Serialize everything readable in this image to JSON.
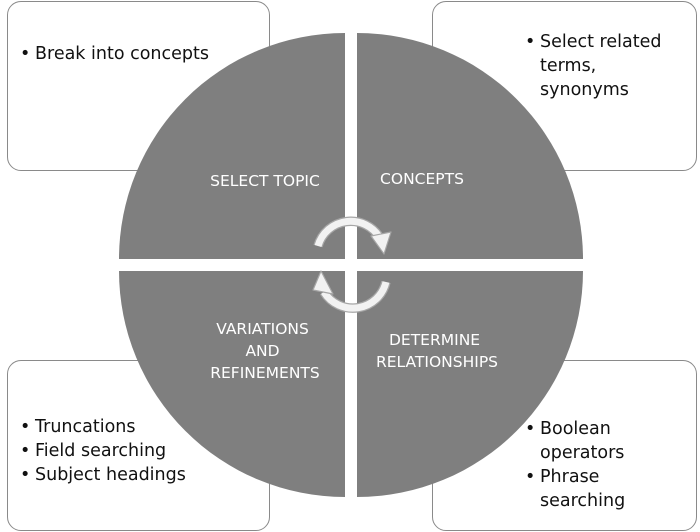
{
  "quadrants": {
    "top_left": {
      "label_lines": [
        "SELECT TOPIC"
      ]
    },
    "top_right": {
      "label_lines": [
        "CONCEPTS"
      ]
    },
    "bottom_left": {
      "label_lines": [
        "VARIATIONS",
        "AND",
        "REFINEMENTS"
      ]
    },
    "bottom_right": {
      "label_lines": [
        "DETERMINE",
        "RELATIONSHIPS"
      ]
    }
  },
  "notes": {
    "top_left": [
      "Break into concepts"
    ],
    "top_right": [
      "Select related terms, synonyms"
    ],
    "bottom_left": [
      "Truncations",
      "Field searching",
      "Subject headings"
    ],
    "bottom_right": [
      "Boolean operators",
      "Phrase searching"
    ]
  },
  "colors": {
    "quadrant_fill": "#7f7f7f",
    "note_border": "#8a8a8a",
    "arrow_fill": "#f2f2f2",
    "arrow_stroke": "#a6a6a6"
  }
}
